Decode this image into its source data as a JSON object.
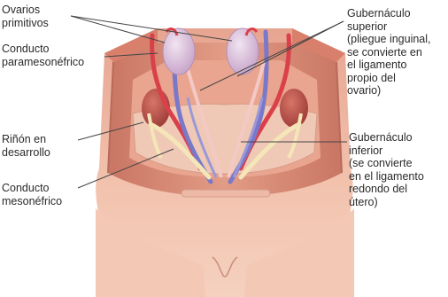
{
  "labels": {
    "ovaries": "Ovarios\nprimitivos",
    "paramesonephric_duct": "Conducto\nparamesonéfrico",
    "developing_kidney": "Riñón en\ndesarrollo",
    "mesonephric_duct": "Conducto\nmesonéfrico",
    "superior_gubernaculum": "Gubernáculo\nsuperior\n(pliegue inguinal,\nse convierte en\nel ligamento\npropio del\novario)",
    "inferior_gubernaculum": "Gubernáculo\ninferior\n(se convierte\nen el ligamento\nredondo del\nútero)"
  },
  "colors": {
    "skin": "#f2c3ae",
    "cavity_wall": "#d98b78",
    "ovary": "#d9b9d8",
    "artery": "#d9404a",
    "vein": "#7a78c8",
    "kidney": "#b8504a",
    "gubernaculum": "#f4e6b8",
    "leader_line": "#444444"
  }
}
